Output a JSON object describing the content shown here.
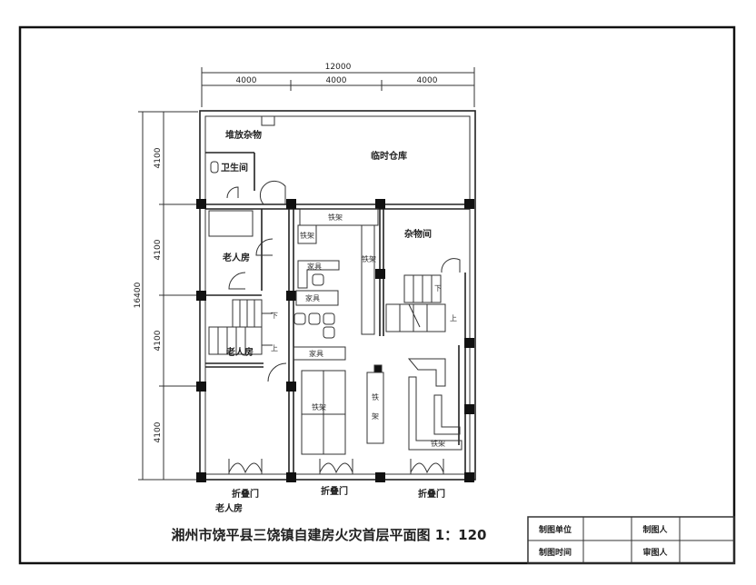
{
  "dimensions": {
    "total_width": "12000",
    "bay_widths": [
      "4000",
      "4000",
      "4000"
    ],
    "total_depth": "16400",
    "bay_depths": [
      "4100",
      "4100",
      "4100",
      "4100"
    ]
  },
  "rooms": {
    "storage_pile": "堆放杂物",
    "temp_warehouse": "临时仓库",
    "bathroom": "卫生间",
    "elderly_room": "老人房",
    "utility_room": "杂物间",
    "elderly_room_lower": "老人房",
    "elderly_room_stray": "老人房"
  },
  "fixtures": {
    "rack_top": "铁架",
    "rack_small": "铁架",
    "rack_side": "铁架",
    "rack_center": "铁架",
    "rack_vertical_1": "铁",
    "rack_vertical_2": "架",
    "rack_right": "铁架",
    "furniture_1": "家具",
    "furniture_2": "家具",
    "furniture_3": "家具"
  },
  "stairs": {
    "left_down": "下",
    "left_up": "上",
    "right_down": "下",
    "right_up": "上"
  },
  "doors": [
    "折叠门",
    "折叠门",
    "折叠门"
  ],
  "title": "湘州市饶平县三饶镇自建房火灾首层平面图  1：120",
  "title_block": {
    "drawing_unit": "制图单位",
    "drawer": "制图人",
    "drawing_time": "制图时间",
    "reviewer": "审图人"
  }
}
